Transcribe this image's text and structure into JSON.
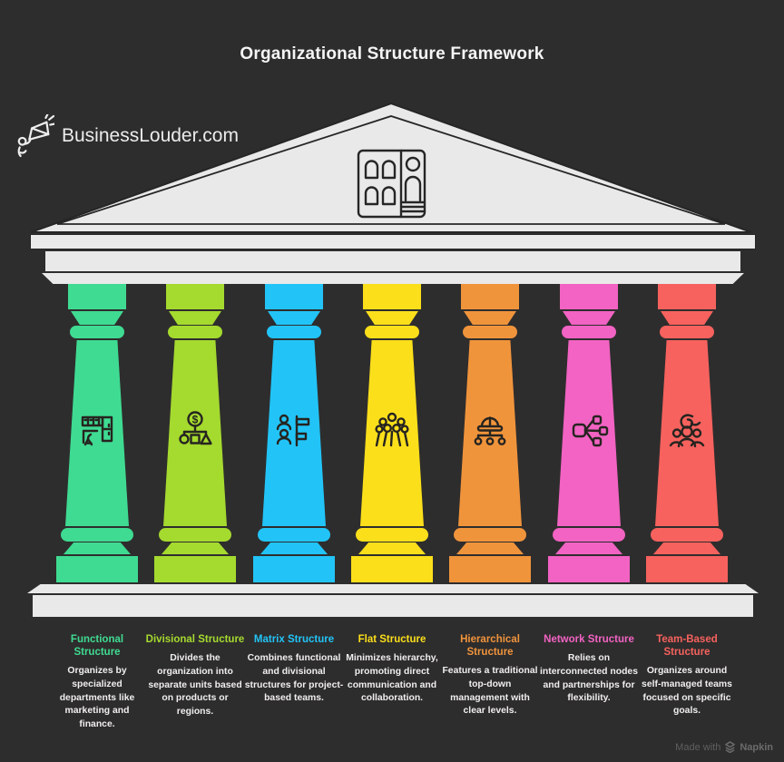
{
  "page": {
    "title": "Organizational Structure Framework",
    "brand": "BusinessLouder.com",
    "watermark": {
      "prefix": "Made with",
      "name": "Napkin"
    }
  },
  "pillars": [
    {
      "title": "Functional Structure",
      "description": "Organizes by specialized departments like marketing and finance.",
      "color": "#3fdb92",
      "icon": "office-cubicle-icon"
    },
    {
      "title": "Divisional Structure",
      "description": "Divides the organization into separate units based on products or regions.",
      "color": "#a5da2f",
      "icon": "dollar-org-chart-icon"
    },
    {
      "title": "Matrix Structure",
      "description": "Combines functional and divisional structures for project-based teams.",
      "color": "#22c4f7",
      "icon": "people-matrix-list-icon"
    },
    {
      "title": "Flat Structure",
      "description": "Minimizes hierarchy, promoting direct communication and collaboration.",
      "color": "#fbdf1b",
      "icon": "people-crowd-icon"
    },
    {
      "title": "Hierarchical Structure",
      "description": "Features a traditional top-down management with clear levels.",
      "color": "#f0943c",
      "icon": "hard-hat-hierarchy-icon"
    },
    {
      "title": "Network Structure",
      "description": "Relies on interconnected nodes and partnerships for flexibility.",
      "color": "#f263c3",
      "icon": "network-nodes-icon"
    },
    {
      "title": "Team-Based Structure",
      "description": "Organizes around self-managed teams focused on specific goals.",
      "color": "#f7625e",
      "icon": "team-group-icon"
    }
  ],
  "colors": {
    "background": "#2e2d2d",
    "temple": "#e9e9e9",
    "outline": "#262626",
    "text": "#f0eeee",
    "watermark": "#5f5f5f"
  }
}
